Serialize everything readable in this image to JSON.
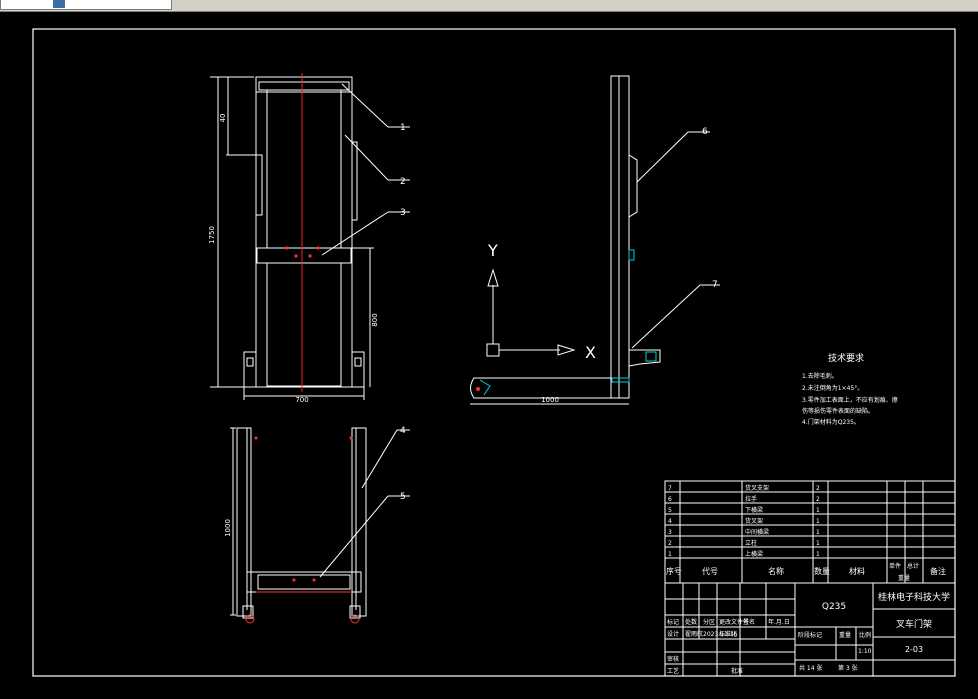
{
  "part_labels": [
    "1",
    "2",
    "3",
    "4",
    "5",
    "6",
    "7"
  ],
  "dimensions": {
    "d_top": "40",
    "d_total": "1750",
    "d_lower": "800",
    "d_width": "700",
    "d_length": "1000",
    "d_lower_view": "1000"
  },
  "axis": {
    "y": "Y",
    "x": "X"
  },
  "tech": {
    "title": "技术要求",
    "lines": [
      "1.去除毛刺。",
      "2.未注倒角为1×45°。",
      "3.零件加工表面上，不应有划痕、擦",
      "伤等损伤零件表面的缺陷。",
      "4.门架材料为Q235。"
    ]
  },
  "bom": {
    "rows": [
      {
        "no": "7",
        "name": "货叉支架",
        "qty": "2"
      },
      {
        "no": "6",
        "name": "拉手",
        "qty": "2"
      },
      {
        "no": "5",
        "name": "下横梁",
        "qty": "1"
      },
      {
        "no": "4",
        "name": "货叉架",
        "qty": "1"
      },
      {
        "no": "3",
        "name": "中间横梁",
        "qty": "1"
      },
      {
        "no": "2",
        "name": "立柱",
        "qty": "1"
      },
      {
        "no": "1",
        "name": "上横梁",
        "qty": "1"
      }
    ],
    "headers": {
      "no": "序号",
      "code": "代号",
      "name": "名称",
      "qty": "数量",
      "material": "材料",
      "unit": "单件",
      "total": "总计",
      "weight": "重量",
      "remark": "备注"
    }
  },
  "title_block": {
    "material": "Q235",
    "university": "桂林电子科技大学",
    "drawing_name": "叉车门架",
    "drawing_no": "2-03",
    "stage": "阶段标记",
    "weight": "重量",
    "scale": "比例",
    "scale_val": "1:10",
    "sheets": "共 14 张",
    "sheet_no": "第 3 张",
    "rev_cols": [
      "标记",
      "处数",
      "分区",
      "更改文件号",
      "签名",
      "年.月.日"
    ],
    "design": "设计",
    "standard": "标准化",
    "check": "审核",
    "process": "工艺",
    "approve": "批准",
    "designer": "翟雨航",
    "date": "2023.11.16"
  },
  "colors": {
    "line": "#ffffff",
    "center": "#ff2020",
    "cyan": "#00d0d0",
    "red": "#ff3030"
  }
}
